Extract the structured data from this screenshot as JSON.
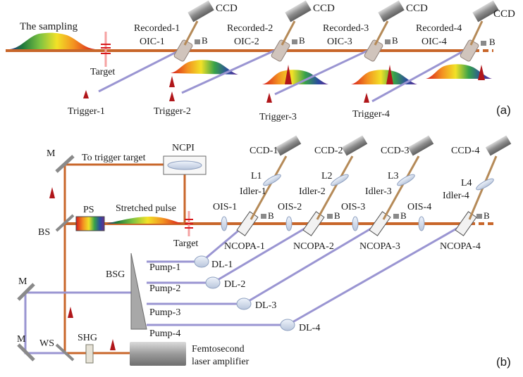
{
  "panel_a": {
    "tag": "(a)",
    "sampling_label": "The sampling",
    "target_label": "Target",
    "stages": [
      {
        "ccd": "CCD",
        "recorded": "Recorded-1",
        "oic": "OIC-1",
        "b": "B",
        "trigger": "Trigger-1"
      },
      {
        "ccd": "CCD",
        "recorded": "Recorded-2",
        "oic": "OIC-2",
        "b": "B",
        "trigger": "Trigger-2"
      },
      {
        "ccd": "CCD",
        "recorded": "Recorded-3",
        "oic": "OIC-3",
        "b": "B",
        "trigger": "Trigger-3"
      },
      {
        "ccd": "CCD",
        "recorded": "Recorded-4",
        "oic": "OIC-4",
        "b": "B",
        "trigger": "Trigger-4"
      }
    ]
  },
  "panel_b": {
    "tag": "(b)",
    "m_top": "M",
    "to_trigger": "To trigger target",
    "ncpi": "NCPI",
    "ps": "PS",
    "stretched": "Stretched pulse",
    "bs": "BS",
    "target": "Target",
    "bsg": "BSG",
    "m_mid": "M",
    "m_bot": "M",
    "ws": "WS",
    "shg": "SHG",
    "laser_line1": "Femtosecond",
    "laser_line2": "laser amplifier",
    "pumps": [
      "Pump-1",
      "Pump-2",
      "Pump-3",
      "Pump-4"
    ],
    "delays": [
      "DL-1",
      "DL-2",
      "DL-3",
      "DL-4"
    ],
    "ois": [
      "OIS-1",
      "OIS-2",
      "OIS-3",
      "OIS-4"
    ],
    "ncopa": [
      "NCOPA-1",
      "NCOPA-2",
      "NCOPA-3",
      "NCOPA-4"
    ],
    "ccd": [
      "CCD-1",
      "CCD-2",
      "CCD-3",
      "CCD-4"
    ],
    "lens": [
      "L1",
      "L2",
      "L3",
      "L4"
    ],
    "idler": [
      "Idler-1",
      "Idler-2",
      "Idler-3",
      "Idler-4"
    ],
    "b": [
      "B",
      "B",
      "B",
      "B"
    ]
  },
  "colors": {
    "beam_orange": "#c8662a",
    "pump_lavender": "#9a95d2",
    "trigger_red": "#b0161a",
    "mirror_gray": "#8a8a8a"
  }
}
